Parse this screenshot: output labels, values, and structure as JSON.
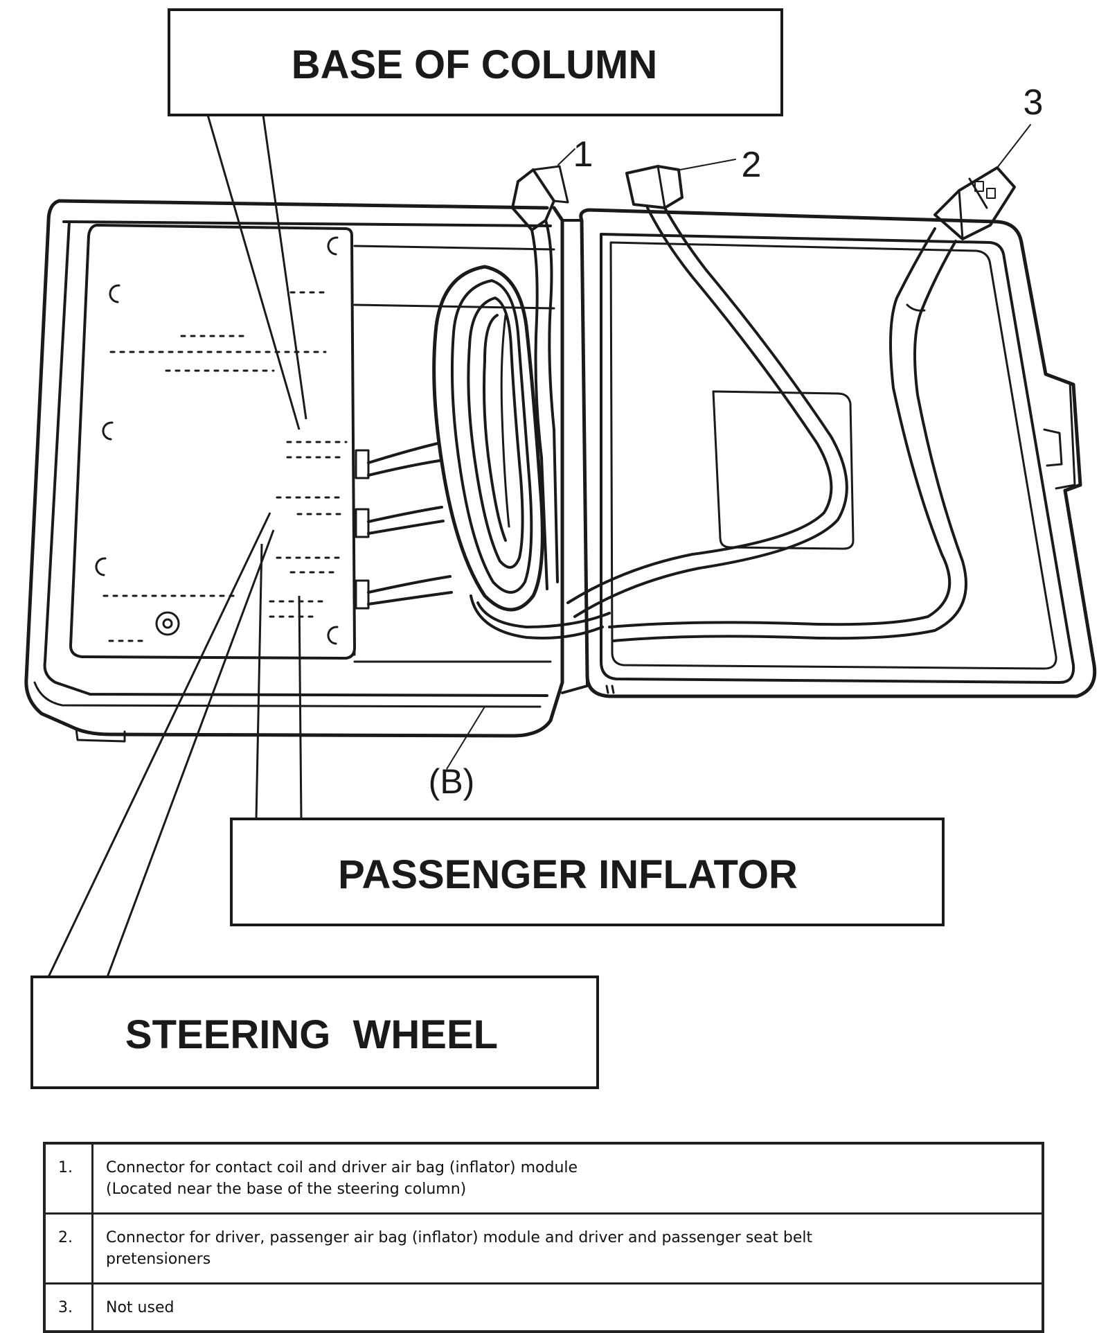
{
  "callouts": {
    "base_of_column": "BASE OF COLUMN",
    "passenger_inflator": "PASSENGER INFLATOR",
    "steering_wheel": "STEERING  WHEEL"
  },
  "connector_labels": {
    "c1": "1",
    "c2": "2",
    "c3": "3",
    "b": "(B)"
  },
  "legend": {
    "rows": [
      {
        "num": "1.",
        "line1": "Connector for contact coil and driver air bag (inflator) module",
        "line2": "(Located near the base of the steering column)"
      },
      {
        "num": "2.",
        "line1": "Connector for driver, passenger air bag (inflator) module and driver and passenger seat belt",
        "line2": "pretensioners"
      },
      {
        "num": "3.",
        "line1": "Not used",
        "line2": ""
      }
    ]
  }
}
